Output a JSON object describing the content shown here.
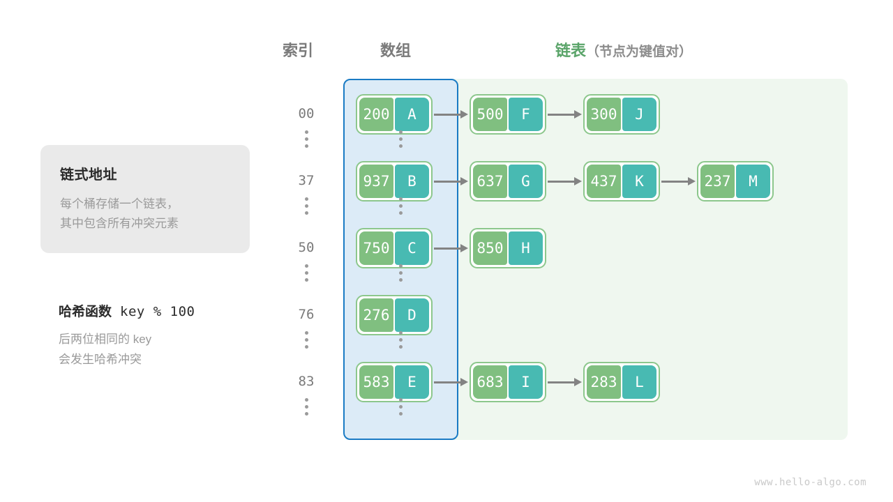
{
  "headers": {
    "index": "索引",
    "array": "数组",
    "list_main": "链表",
    "list_sub": "（节点为键值对）"
  },
  "info_card": {
    "title": "链式地址",
    "description": "每个桶存储一个链表，\n其中包含所有冲突元素"
  },
  "hash_note": {
    "title_label": "哈希函数",
    "title_formula": "key % 100",
    "description": "后两位相同的 key\n会发生哈希冲突"
  },
  "colors": {
    "array_panel_fill": "#dcebf7",
    "array_panel_border": "#1a7bc4",
    "list_panel_fill": "#eff7ef",
    "node_border": "#8cc78c",
    "node_key_fill": "#80bf80",
    "node_value_fill": "#48bab2",
    "arrow": "#838383",
    "accent_green_text": "#5aa469",
    "muted_text": "#7a7a7a"
  },
  "buckets": [
    {
      "index": "00",
      "nodes": [
        {
          "key": "200",
          "value": "A"
        },
        {
          "key": "500",
          "value": "F"
        },
        {
          "key": "300",
          "value": "J"
        }
      ]
    },
    {
      "index": "37",
      "nodes": [
        {
          "key": "937",
          "value": "B"
        },
        {
          "key": "637",
          "value": "G"
        },
        {
          "key": "437",
          "value": "K"
        },
        {
          "key": "237",
          "value": "M"
        }
      ]
    },
    {
      "index": "50",
      "nodes": [
        {
          "key": "750",
          "value": "C"
        },
        {
          "key": "850",
          "value": "H"
        }
      ]
    },
    {
      "index": "76",
      "nodes": [
        {
          "key": "276",
          "value": "D"
        }
      ]
    },
    {
      "index": "83",
      "nodes": [
        {
          "key": "583",
          "value": "E"
        },
        {
          "key": "683",
          "value": "I"
        },
        {
          "key": "283",
          "value": "L"
        }
      ]
    }
  ],
  "ellipsis_marker": "⋮",
  "watermark": "www.hello-algo.com"
}
